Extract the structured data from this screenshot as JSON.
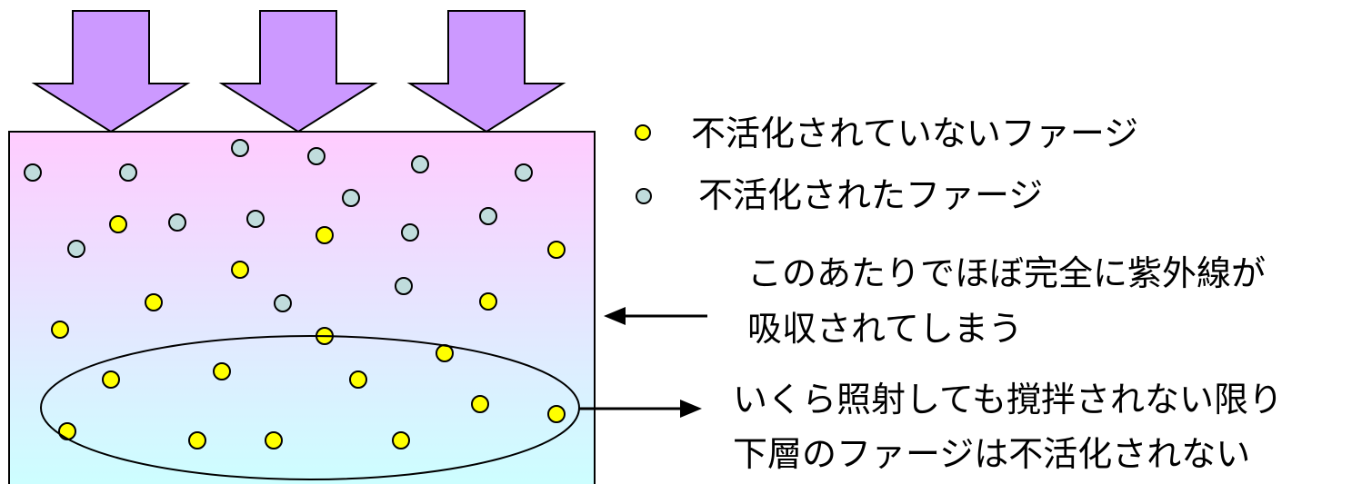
{
  "legend": {
    "active_label": "不活化されていないファージ",
    "inactive_label": "不活化されたファージ"
  },
  "notes": {
    "absorption_line1": "このあたりでほぼ完全に紫外線が",
    "absorption_line2": "吸収されてしまう",
    "lower_line1": "いくら照射しても撹拌されない限り",
    "lower_line2": "下層のファージは不活化されない"
  },
  "colors": {
    "uv_arrow_fill": "#cc99ff",
    "container_top": "#ffccff",
    "container_bottom": "#ccffff",
    "active_phage": "#ffff00",
    "inactive_phage": "#c0dcdc"
  }
}
